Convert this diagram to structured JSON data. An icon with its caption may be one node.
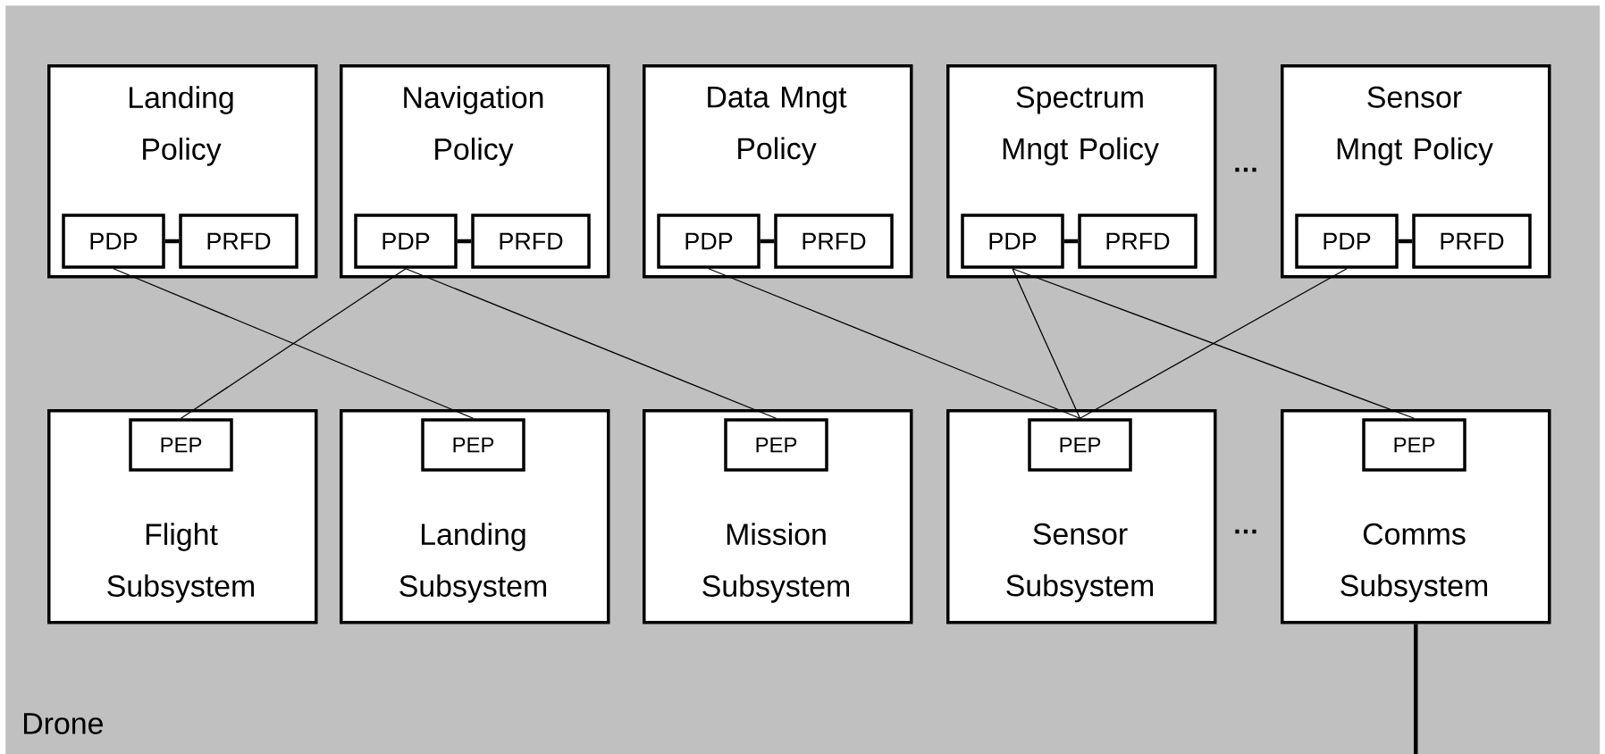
{
  "diagram": {
    "nodes": [
      {
        "text": [
          "Drone"
        ]
      },
      {
        "text": [
          "Landing Policy"
        ],
        "in": 0
      },
      {
        "text": [
          "PDP"
        ],
        "in": 1
      },
      {
        "text": [
          "PRFD"
        ],
        "in": 1
      },
      {
        "text": [
          "Navigation Policy"
        ],
        "in": 0
      },
      {
        "text": [
          "PDP"
        ],
        "in": 4
      },
      {
        "text": [
          "PRFD"
        ],
        "in": 4
      },
      {
        "text": [
          "Data Mngt Policy"
        ],
        "in": 0
      },
      {
        "text": [
          "PDP"
        ],
        "in": 7
      },
      {
        "text": [
          "PRFD"
        ],
        "in": 7
      },
      {
        "text": [
          "Spectrum Mngt Policy"
        ],
        "in": 0
      },
      {
        "text": [
          "PDP"
        ],
        "in": 10
      },
      {
        "text": [
          "PRFD"
        ],
        "in": 10
      },
      {
        "text": [
          "Sensor Mngt Policy"
        ],
        "in": 0
      },
      {
        "text": [
          "PDP"
        ],
        "in": 13
      },
      {
        "text": [
          "PRFD"
        ],
        "in": 13
      },
      {
        "text": [
          "Flight Subsystem"
        ],
        "in": 0
      },
      {
        "text": [
          "PEP"
        ],
        "in": 16
      },
      {
        "text": [
          "Landing Subsystem"
        ],
        "in": 0
      },
      {
        "text": [
          "PEP"
        ],
        "in": 18
      },
      {
        "text": [
          "Mission Subsystem"
        ],
        "in": 0
      },
      {
        "text": [
          "PEP"
        ],
        "in": 20
      },
      {
        "text": [
          "Sensor Subsystem"
        ],
        "in": 0
      },
      {
        "text": [
          "PEP"
        ],
        "in": 22
      },
      {
        "text": [
          "Comms Subsystem"
        ],
        "in": 0
      },
      {
        "text": [
          "PEP"
        ],
        "in": 24
      }
    ],
    "edges": [
      {
        "from": 2,
        "to": 3,
        "arrow": "none",
        "style": "thick"
      },
      {
        "from": 5,
        "to": 6,
        "arrow": "none",
        "style": "thick"
      },
      {
        "from": 8,
        "to": 9,
        "arrow": "none",
        "style": "thick"
      },
      {
        "from": 11,
        "to": 12,
        "arrow": "none",
        "style": "thick"
      },
      {
        "from": 14,
        "to": 15,
        "arrow": "none",
        "style": "thick"
      },
      {
        "from": 2,
        "to": 19,
        "arrow": "none"
      },
      {
        "from": 5,
        "to": 17,
        "arrow": "none"
      },
      {
        "from": 5,
        "to": 21,
        "arrow": "none"
      },
      {
        "from": 8,
        "to": 23,
        "arrow": "none"
      },
      {
        "from": 11,
        "to": 23,
        "arrow": "none"
      },
      {
        "from": 11,
        "to": 25,
        "arrow": "none"
      },
      {
        "from": 14,
        "to": 23,
        "arrow": "none"
      },
      {
        "from": 24,
        "to": null,
        "arrow": "none",
        "style": "thick"
      }
    ],
    "labels": [
      "…",
      "…"
    ]
  }
}
